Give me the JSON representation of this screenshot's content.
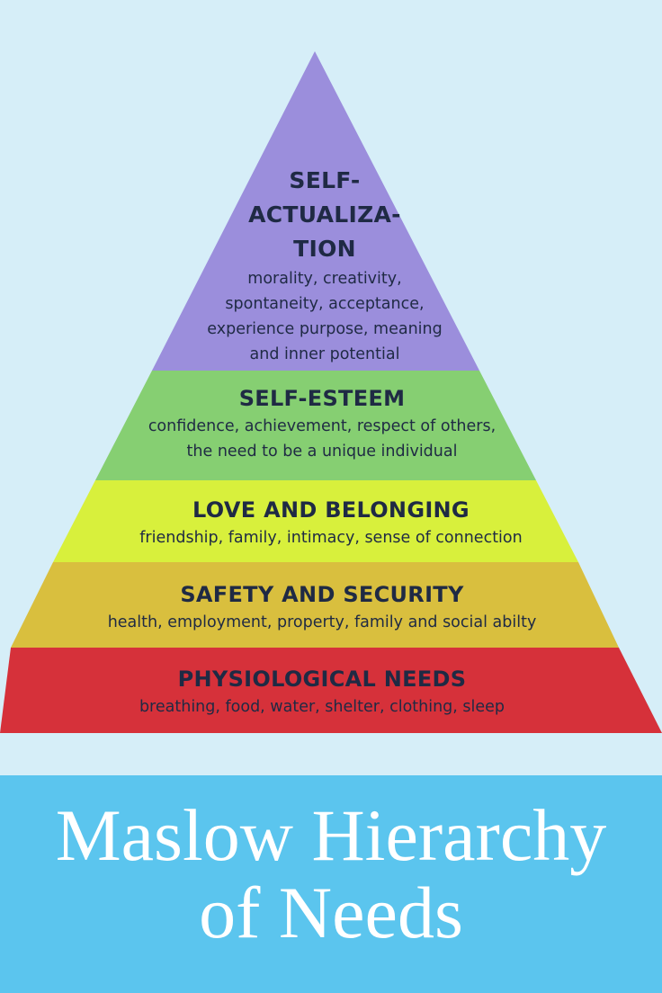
{
  "title_lines": [
    "Maslow Hierarchy",
    "of Needs"
  ],
  "colors": {
    "background": "#d6eef8",
    "banner": "#5bc5ee",
    "text_dark": "#1f2a44",
    "title_text": "#ffffff"
  },
  "levels": [
    {
      "id": "self-actualization",
      "title_lines": [
        "SELF-",
        "ACTUALIZA-",
        "TION"
      ],
      "desc_lines": [
        "morality, creativity,",
        "spontaneity, acceptance,",
        "experience purpose, meaning",
        "and inner potential"
      ],
      "color": "#9b8edc"
    },
    {
      "id": "self-esteem",
      "title_lines": [
        "SELF-ESTEEM"
      ],
      "desc_lines": [
        "confidence, achievement, respect of others,",
        "the need to be a unique individual"
      ],
      "color": "#86cf72"
    },
    {
      "id": "love-belonging",
      "title_lines": [
        "LOVE AND BELONGING"
      ],
      "desc_lines": [
        "friendship, family, intimacy, sense of connection"
      ],
      "color": "#d8f03c"
    },
    {
      "id": "safety-security",
      "title_lines": [
        "SAFETY AND SECURITY"
      ],
      "desc_lines": [
        "health, employment, property, family and social abilty"
      ],
      "color": "#d9bf3e"
    },
    {
      "id": "physiological-needs",
      "title_lines": [
        "PHYSIOLOGICAL NEEDS"
      ],
      "desc_lines": [
        "breathing, food, water, shelter, clothing, sleep"
      ],
      "color": "#d6313a"
    }
  ]
}
